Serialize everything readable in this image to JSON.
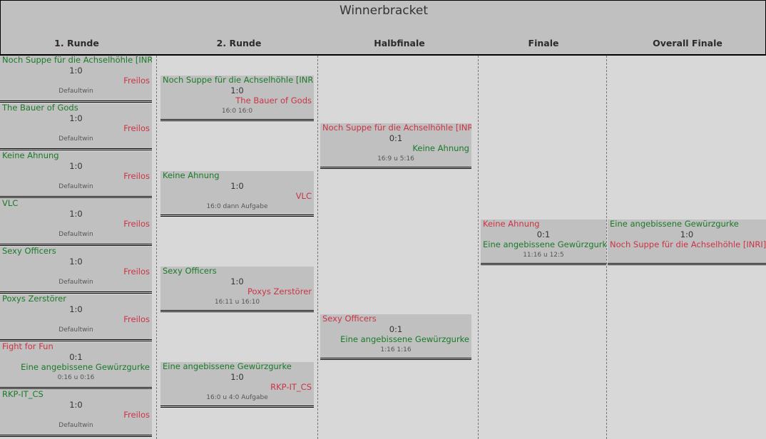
{
  "header": {
    "title": "Winnerbracket",
    "rounds": [
      {
        "label": "1. Runde"
      },
      {
        "label": "2. Runde"
      },
      {
        "label": "Halbfinale"
      },
      {
        "label": "Finale"
      },
      {
        "label": "Overall Finale"
      }
    ]
  },
  "colors": {
    "winner": "#1a7a28",
    "loser": "#cc3344",
    "cell_bg": "#c0c0c0",
    "page_bg": "#d8d8d8",
    "header_bg": "#c0c0c0"
  },
  "rounds": {
    "round1": {
      "label": "1. Runde",
      "matches": [
        {
          "top": "Noch Suppe für die Achselhöhle [INRI]",
          "top_result": "win",
          "score": "1:0",
          "bottom": "Freilos",
          "bottom_result": "lose",
          "note": "Defaultwin"
        },
        {
          "top": "The Bauer of Gods",
          "top_result": "win",
          "score": "1:0",
          "bottom": "Freilos",
          "bottom_result": "lose",
          "note": "Defaultwin"
        },
        {
          "top": "Keine Ahnung",
          "top_result": "win",
          "score": "1:0",
          "bottom": "Freilos",
          "bottom_result": "lose",
          "note": "Defaultwin"
        },
        {
          "top": "VLC",
          "top_result": "win",
          "score": "1:0",
          "bottom": "Freilos",
          "bottom_result": "lose",
          "note": "Defaultwin"
        },
        {
          "top": "Sexy Officers",
          "top_result": "win",
          "score": "1:0",
          "bottom": "Freilos",
          "bottom_result": "lose",
          "note": "Defaultwin"
        },
        {
          "top": "Poxys Zerstörer",
          "top_result": "win",
          "score": "1:0",
          "bottom": "Freilos",
          "bottom_result": "lose",
          "note": "Defaultwin"
        },
        {
          "top": "Fight for Fun",
          "top_result": "lose",
          "score": "0:1",
          "bottom": "Eine angebissene Gewürzgurke",
          "bottom_result": "win",
          "note": "0:16 u 0:16"
        },
        {
          "top": "RKP-IT_CS",
          "top_result": "win",
          "score": "1:0",
          "bottom": "Freilos",
          "bottom_result": "lose",
          "note": "Defaultwin"
        }
      ]
    },
    "round2": {
      "label": "2. Runde",
      "matches": [
        {
          "top": "Noch Suppe für die Achselhöhle [INRI]",
          "top_result": "win",
          "score": "1:0",
          "bottom": "The Bauer of Gods",
          "bottom_result": "lose",
          "note": "16:0 16:0"
        },
        {
          "top": "Keine Ahnung",
          "top_result": "win",
          "score": "1:0",
          "bottom": "VLC",
          "bottom_result": "lose",
          "note": "16:0 dann Aufgabe"
        },
        {
          "top": "Sexy Officers",
          "top_result": "win",
          "score": "1:0",
          "bottom": "Poxys Zerstörer",
          "bottom_result": "lose",
          "note": "16:11 u 16:10"
        },
        {
          "top": "Eine angebissene Gewürzgurke",
          "top_result": "win",
          "score": "1:0",
          "bottom": "RKP-IT_CS",
          "bottom_result": "lose",
          "note": "16:0 u 4:0 Aufgabe"
        }
      ]
    },
    "semifinal": {
      "label": "Halbfinale",
      "matches": [
        {
          "top": "Noch Suppe für die Achselhöhle [INRI]",
          "top_result": "lose",
          "score": "0:1",
          "bottom": "Keine Ahnung",
          "bottom_result": "win",
          "note": "16:9 u 5:16"
        },
        {
          "top": "Sexy Officers",
          "top_result": "lose",
          "score": "0:1",
          "bottom": "Eine angebissene Gewürzgurke",
          "bottom_result": "win",
          "note": "1:16 1:16"
        }
      ]
    },
    "final": {
      "label": "Finale",
      "matches": [
        {
          "top": "Keine Ahnung",
          "top_result": "lose",
          "score": "0:1",
          "bottom": "Eine angebissene Gewürzgurke",
          "bottom_result": "win",
          "note": "11:16 u 12:5"
        }
      ]
    },
    "overall_final": {
      "label": "Overall Finale",
      "matches": [
        {
          "top": "Eine angebissene Gewürzgurke",
          "top_result": "win",
          "score": "1:0",
          "bottom": "Noch Suppe für die Achselhöhle [INRI]",
          "bottom_result": "lose",
          "note": ""
        }
      ]
    }
  }
}
